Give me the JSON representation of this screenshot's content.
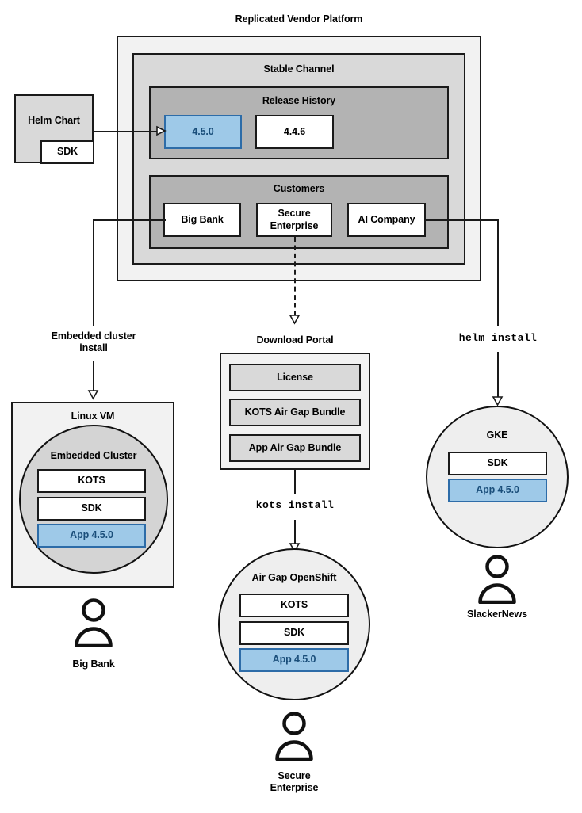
{
  "diagram": {
    "title": "Replicated Vendor Platform",
    "platform": {
      "stable_channel": {
        "label": "Stable Channel",
        "release_history": {
          "label": "Release History",
          "releases": [
            {
              "version": "4.5.0",
              "highlighted": true
            },
            {
              "version": "4.4.6",
              "highlighted": false
            }
          ]
        },
        "customers": {
          "label": "Customers",
          "items": [
            {
              "name": "Big Bank"
            },
            {
              "name": "Secure\nEnterprise"
            },
            {
              "name": "AI Company"
            }
          ]
        }
      }
    },
    "helm_chart": {
      "label": "Helm Chart",
      "sdk_label": "SDK"
    },
    "edges": {
      "embedded_cluster_install": "Embedded cluster\ninstall",
      "kots_install": "kots install",
      "helm_install": "helm install"
    },
    "download_portal": {
      "label": "Download Portal",
      "artifacts": [
        "License",
        "KOTS Air Gap Bundle",
        "App Air Gap Bundle"
      ]
    },
    "targets": {
      "linux_vm": {
        "label": "Linux VM",
        "cluster_label": "Embedded Cluster",
        "components": [
          {
            "label": "KOTS",
            "highlighted": false
          },
          {
            "label": "SDK",
            "highlighted": false
          },
          {
            "label": "App 4.5.0",
            "highlighted": true
          }
        ],
        "user": "Big Bank"
      },
      "airgap_openshift": {
        "label": "Air Gap OpenShift",
        "components": [
          {
            "label": "KOTS",
            "highlighted": false
          },
          {
            "label": "SDK",
            "highlighted": false
          },
          {
            "label": "App 4.5.0",
            "highlighted": true
          }
        ],
        "user": "Secure\nEnterprise"
      },
      "gke": {
        "label": "GKE",
        "components": [
          {
            "label": "SDK",
            "highlighted": false
          },
          {
            "label": "App 4.5.0",
            "highlighted": true
          }
        ],
        "user": "SlackerNews"
      }
    },
    "colors": {
      "highlight_fill": "#9ec9e8",
      "highlight_border": "#2d6ca8",
      "highlight_text": "#1a4e7a",
      "level1_fill": "#f2f2f2",
      "level2_fill": "#d9d9d9",
      "level3_fill": "#b3b3b3",
      "stroke": "#1a1a1a"
    }
  }
}
